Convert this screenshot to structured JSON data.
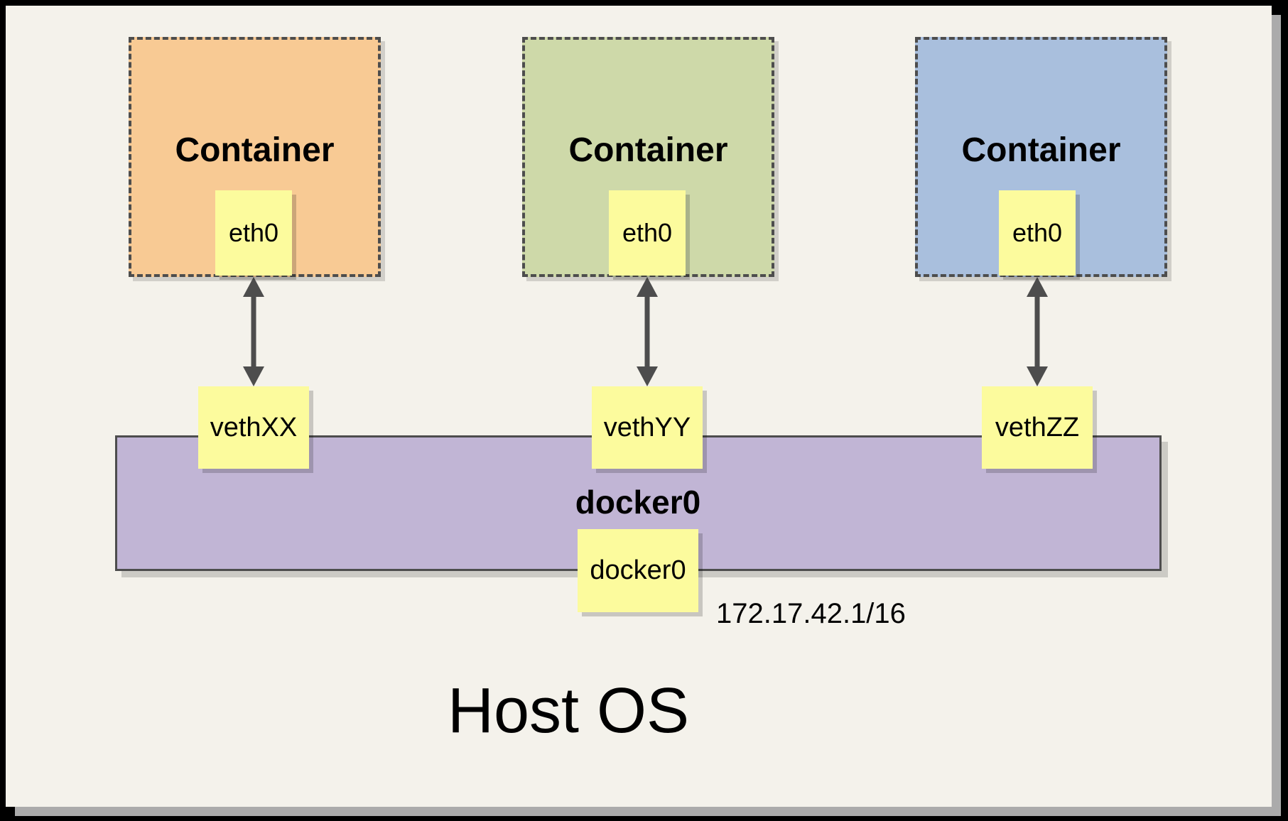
{
  "diagram": {
    "background": "#F4F2EB",
    "stroke_color": "#4D4D4D",
    "note_fill": "#FCFB9D",
    "containers": [
      {
        "label": "Container",
        "fill": "#F8CA94",
        "interface": "eth0",
        "veth": "vethXX"
      },
      {
        "label": "Container",
        "fill": "#CED9A9",
        "interface": "eth0",
        "veth": "vethYY"
      },
      {
        "label": "Container",
        "fill": "#A9BFDD",
        "interface": "eth0",
        "veth": "vethZZ"
      }
    ],
    "bridge": {
      "name": "docker0",
      "fill": "#C1B5D5",
      "interface": "docker0",
      "ip": "172.17.42.1/16"
    },
    "host": {
      "label": "Host OS"
    }
  }
}
